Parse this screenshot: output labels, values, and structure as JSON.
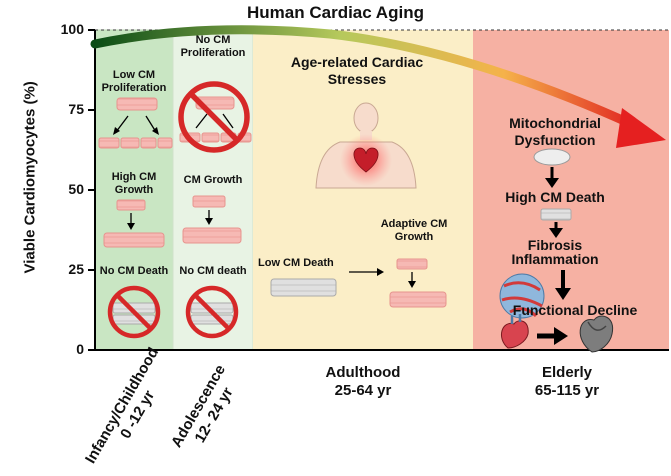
{
  "title": "Human Cardiac Aging",
  "y_axis": {
    "label": "Viable Cardiomyocytes (%)",
    "ticks": [
      "100",
      "75",
      "50",
      "25",
      "0"
    ]
  },
  "stages": [
    {
      "name": "Infancy/Childhood",
      "range": "0 -12 yr",
      "color": "#c9e6c3"
    },
    {
      "name": "Adolescence",
      "range": "12- 24 yr",
      "color": "#e8f3e4"
    },
    {
      "name": "Adulthood",
      "range": "25-64 yr",
      "color": "#fbeec7"
    },
    {
      "name": "Elderly",
      "range": "65-115 yr",
      "color": "#f6b1a3"
    }
  ],
  "infancy": {
    "low_prolif": "Low CM Proliferation",
    "high_growth": "High CM Growth",
    "no_death": "No CM Death"
  },
  "adolescence": {
    "no_prolif": "No CM Proliferation",
    "growth": "CM Growth",
    "no_death": "No CM death"
  },
  "adulthood": {
    "stresses": "Age-related Cardiac Stresses",
    "low_death": "Low CM Death",
    "adaptive": "Adaptive CM Growth"
  },
  "elderly": {
    "mito": "Mitochondrial Dysfunction",
    "high_death": "High CM Death",
    "fibrosis": "Fibrosis",
    "inflammation": "Inflammation",
    "decline": "Functional Decline"
  }
}
